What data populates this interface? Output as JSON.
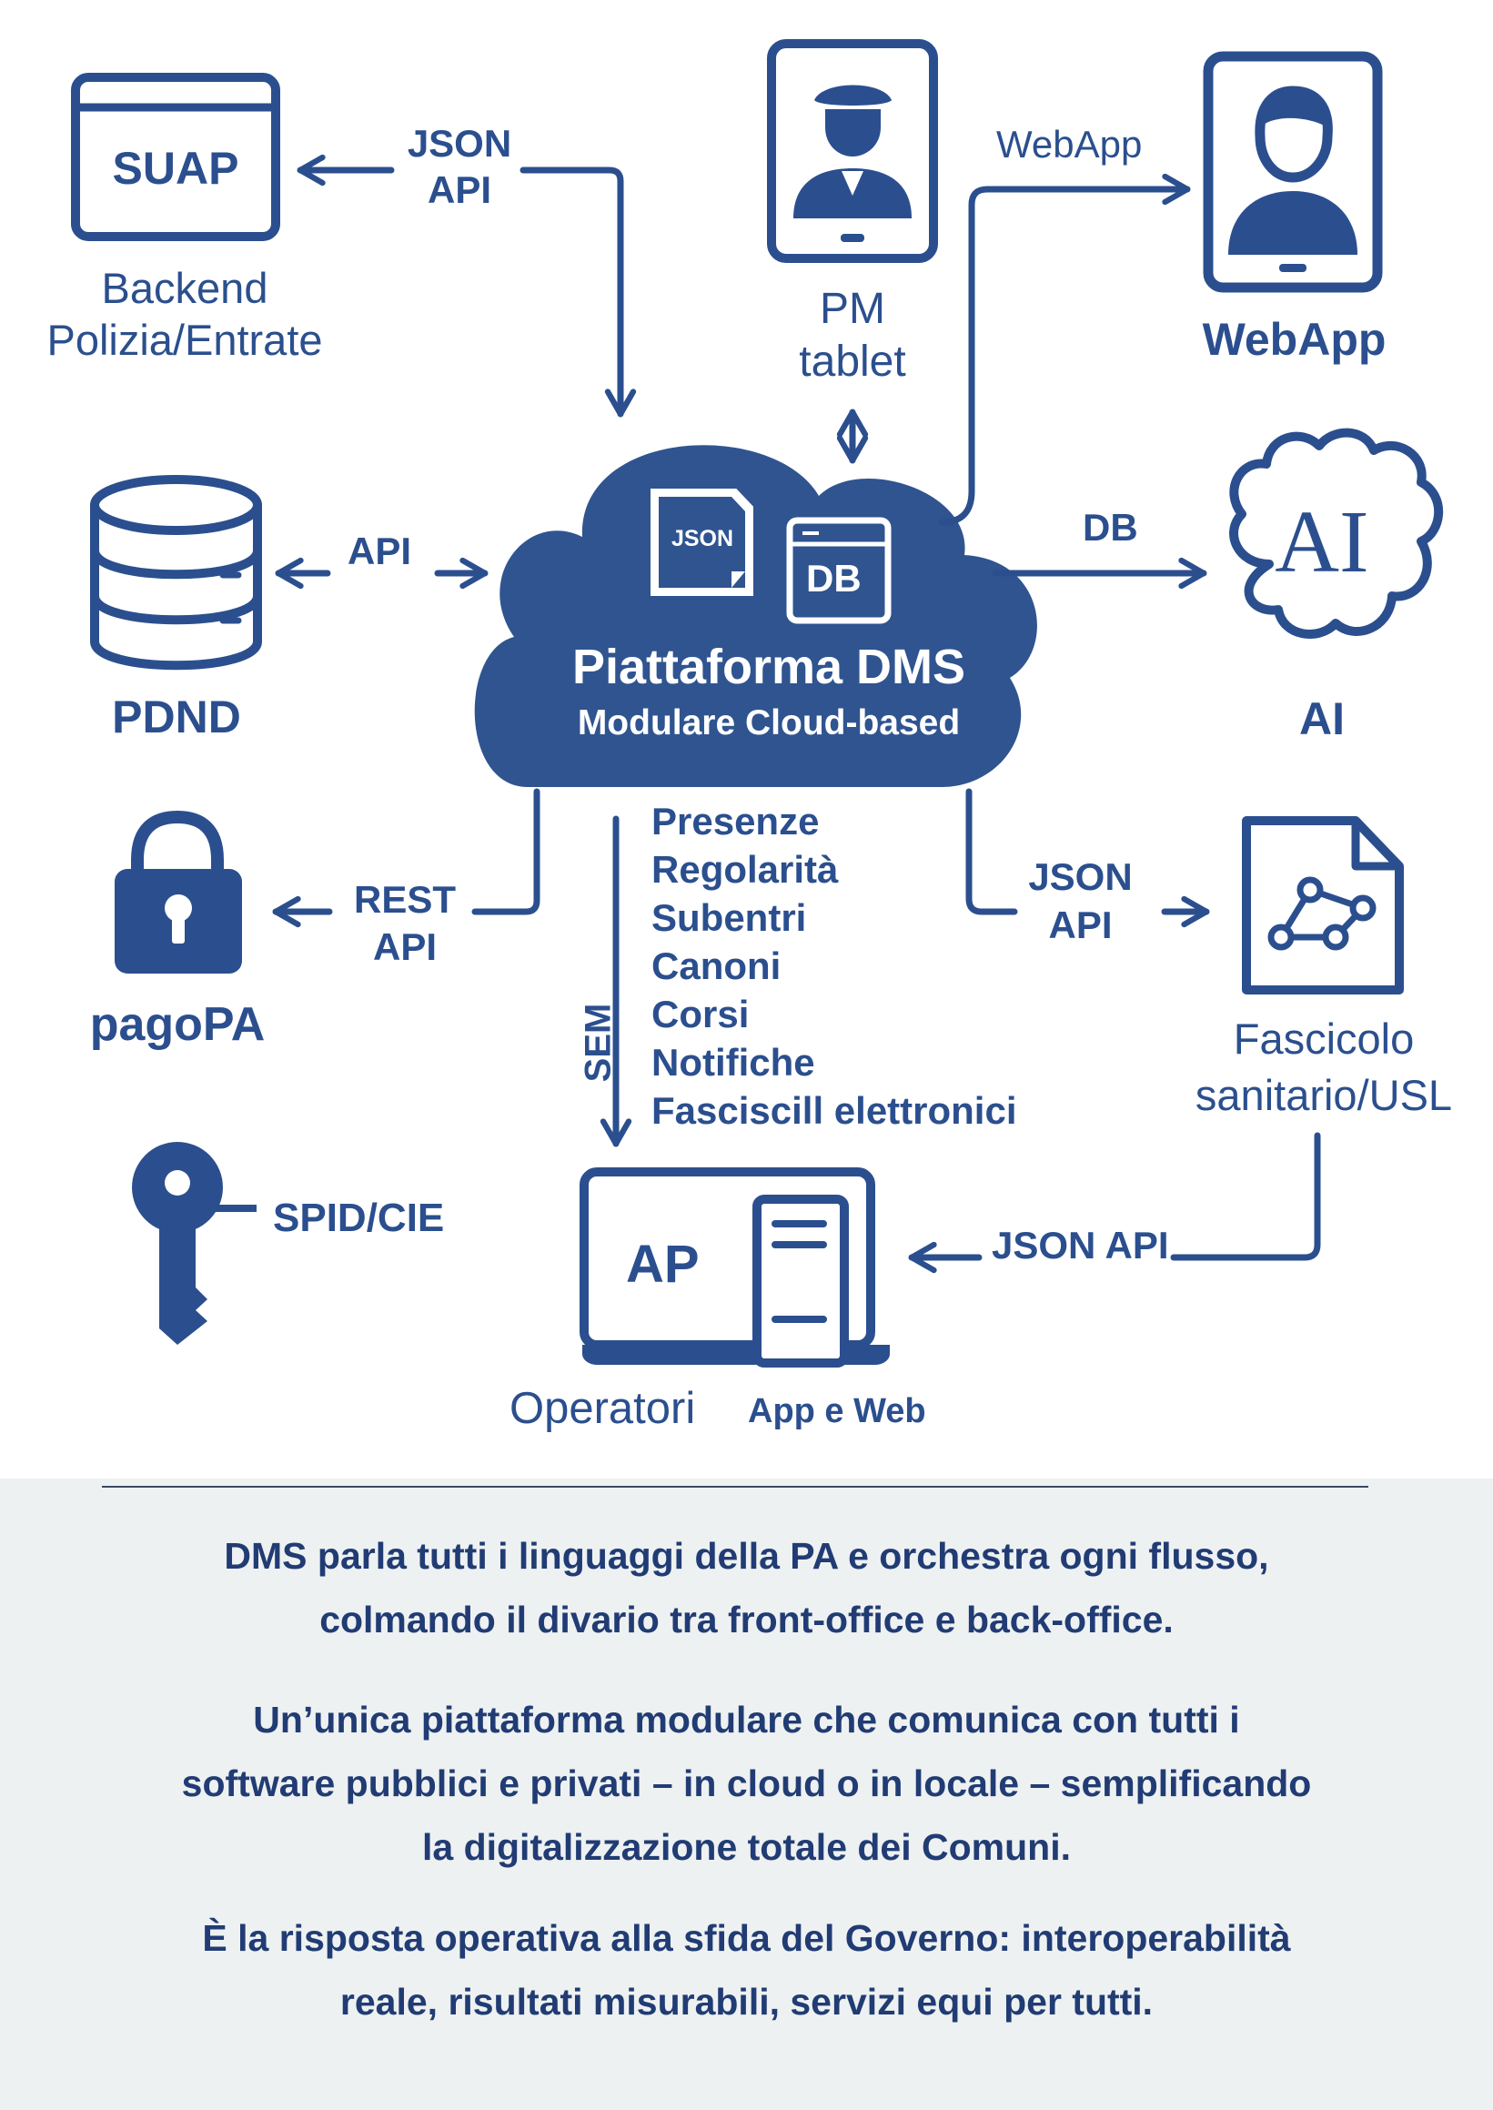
{
  "diagram": {
    "center": {
      "title": "Piattaforma DMS",
      "subtitle": "Modulare Cloud-based",
      "json_badge": "JSON",
      "db_badge": "DB"
    },
    "nodes": {
      "suap": {
        "icon_text": "SUAP",
        "label_line1": "Backend",
        "label_line2": "Polizia/Entrate"
      },
      "pm_tablet": {
        "label_line1": "PM",
        "label_line2": "tablet"
      },
      "webapp": {
        "label": "WebApp"
      },
      "pdnd": {
        "label": "PDND"
      },
      "ai": {
        "icon_text": "AI",
        "label": "AI"
      },
      "pagopa": {
        "label": "pagoPA"
      },
      "fascicolo": {
        "label_line1": "Fascicolo",
        "label_line2": "sanitario/USL"
      },
      "spid": {
        "label": "SPID/CIE"
      },
      "operatori": {
        "icon_text": "AP",
        "label": "Operatori",
        "label_small": "App e Web"
      }
    },
    "connectors": {
      "suap_line1": "JSON",
      "suap_line2": "API",
      "webapp": "WebApp",
      "pdnd": "API",
      "ai": "DB",
      "pagopa_line1": "REST",
      "pagopa_line2": "API",
      "fascicolo_line1": "JSON",
      "fascicolo_line2": "API",
      "operatori": "JSON API",
      "sem": "SEM"
    },
    "services": [
      "Presenze",
      "Regolarità",
      "Subentri",
      "Canoni",
      "Corsi",
      "Notifiche",
      "Fasciscill elettronici"
    ]
  },
  "footer": {
    "p1_line1": "DMS parla tutti i linguaggi della PA e orchestra ogni flusso,",
    "p1_line2": "colmando il divario tra front-office e back-office.",
    "p2_line1": "Un’unica piattaforma modulare che comunica con tutti i",
    "p2_line2": "software pubblici e privati – in cloud o in locale – semplificando",
    "p2_line3": "la digitalizzazione totale dei Comuni.",
    "p3_line1": "È la risposta operativa alla sfida del Governo:  interoperabilità",
    "p3_line2": "reale, risultati misurabili, servizi equi per tutti."
  },
  "colors": {
    "primary": "#2b4f8e",
    "text_dark": "#213c74",
    "footer_bg": "#eef1f1"
  }
}
